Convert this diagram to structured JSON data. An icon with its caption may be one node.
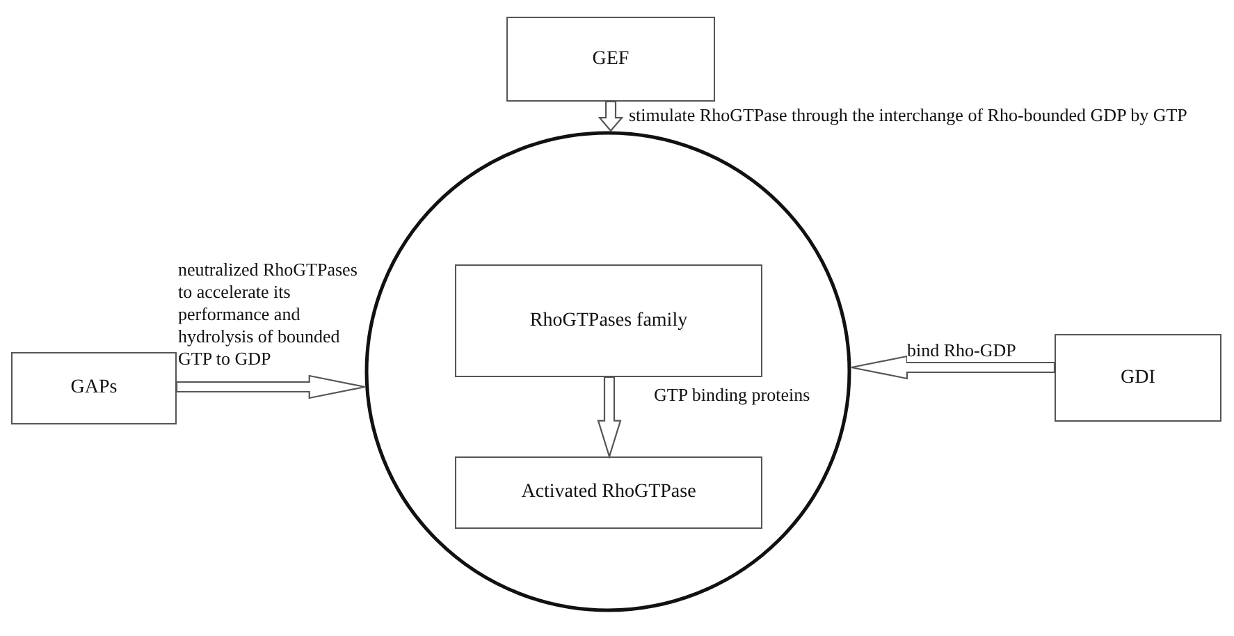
{
  "diagram": {
    "nodes": [
      {
        "text": [
          "GEF"
        ]
      },
      {
        "text": [],
        "shape": "circle"
      },
      {
        "text": [
          "RhoGTPases family"
        ],
        "in": 1
      },
      {
        "text": [
          "Activated RhoGTPase"
        ],
        "in": 1
      },
      {
        "text": [
          "GAPs"
        ]
      },
      {
        "text": [
          "GDI"
        ]
      }
    ],
    "edges": [
      {
        "from": 0,
        "to": 1,
        "arrow": "to",
        "label": "stimulate RhoGTPase through the interchange of Rho-bounded GDP by GTP"
      },
      {
        "from": 4,
        "to": 1,
        "arrow": "to",
        "label": "neutralized RhoGTPases to accelerate its performance and hydrolysis of bounded GTP to GDP"
      },
      {
        "from": 5,
        "to": 1,
        "arrow": "to",
        "label": "bind Rho-GDP"
      },
      {
        "from": 2,
        "to": 3,
        "arrow": "to",
        "label": "GTP binding proteins"
      }
    ]
  }
}
